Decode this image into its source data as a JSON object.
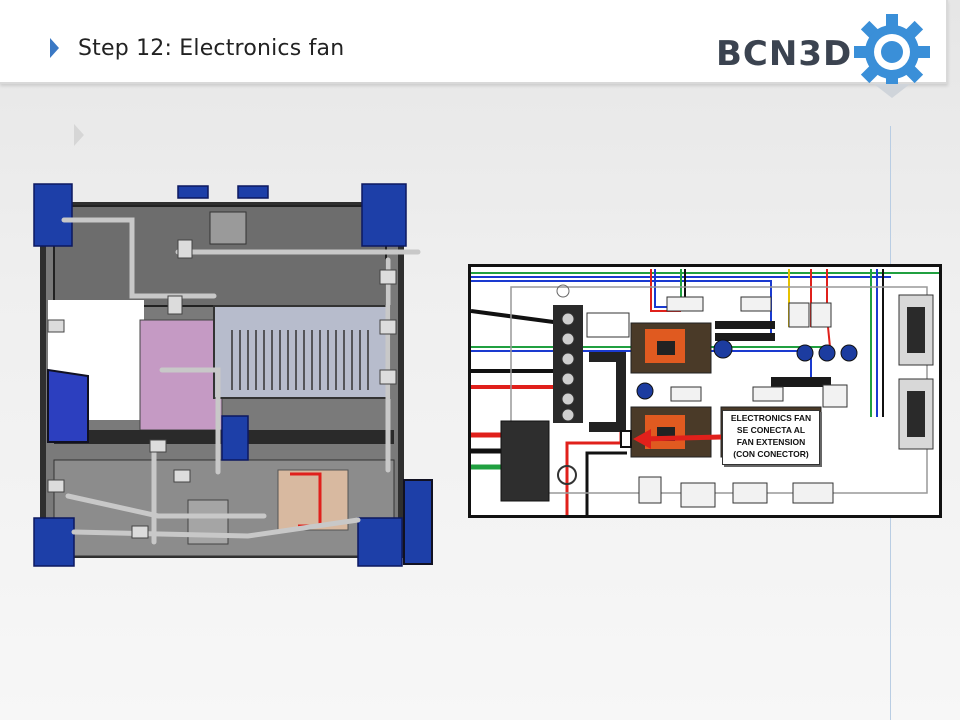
{
  "slide": {
    "title": "Step 12: Electronics fan",
    "brand": "BCN3D"
  },
  "icons": {
    "title_marker": "triangle-right-icon",
    "logo": "gear-icon"
  },
  "callout": {
    "line1": "ELECTRONICS FAN",
    "line2": "SE CONECTA AL",
    "line3": "FAN EXTENSION",
    "line4": "(CON CONECTOR)"
  },
  "colors": {
    "accent": "#3a78c4",
    "brand_text": "#3b4350",
    "frame_blue": "#1d3fa8",
    "wire_red": "#e0201b"
  }
}
